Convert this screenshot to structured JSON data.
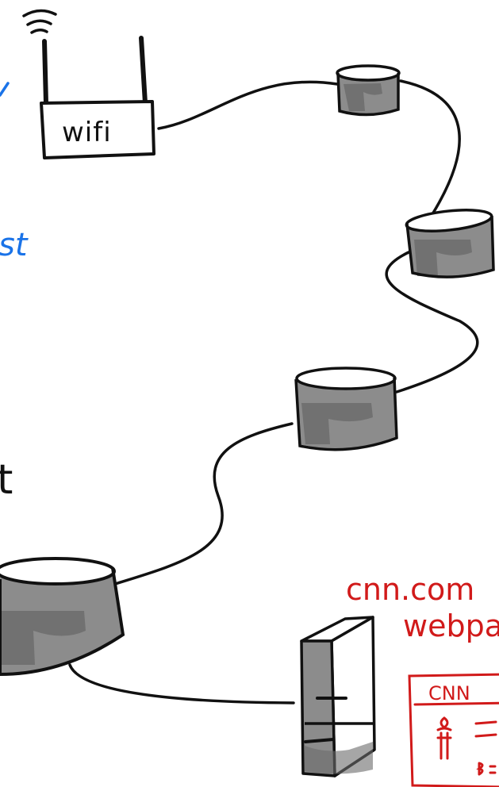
{
  "router": {
    "label": "wifi"
  },
  "blue_partial": {
    "text": "st"
  },
  "black_partial": {
    "text": "t"
  },
  "server_caption": {
    "line1": "cnn.com",
    "line2": "webpa"
  },
  "webpage_thumb": {
    "brand": "CNN"
  },
  "colors": {
    "ink": "#111111",
    "blue": "#1a73e8",
    "red": "#d11a1a",
    "node_fill": "#8c8c8c",
    "node_shade": "#6a6a6a"
  }
}
